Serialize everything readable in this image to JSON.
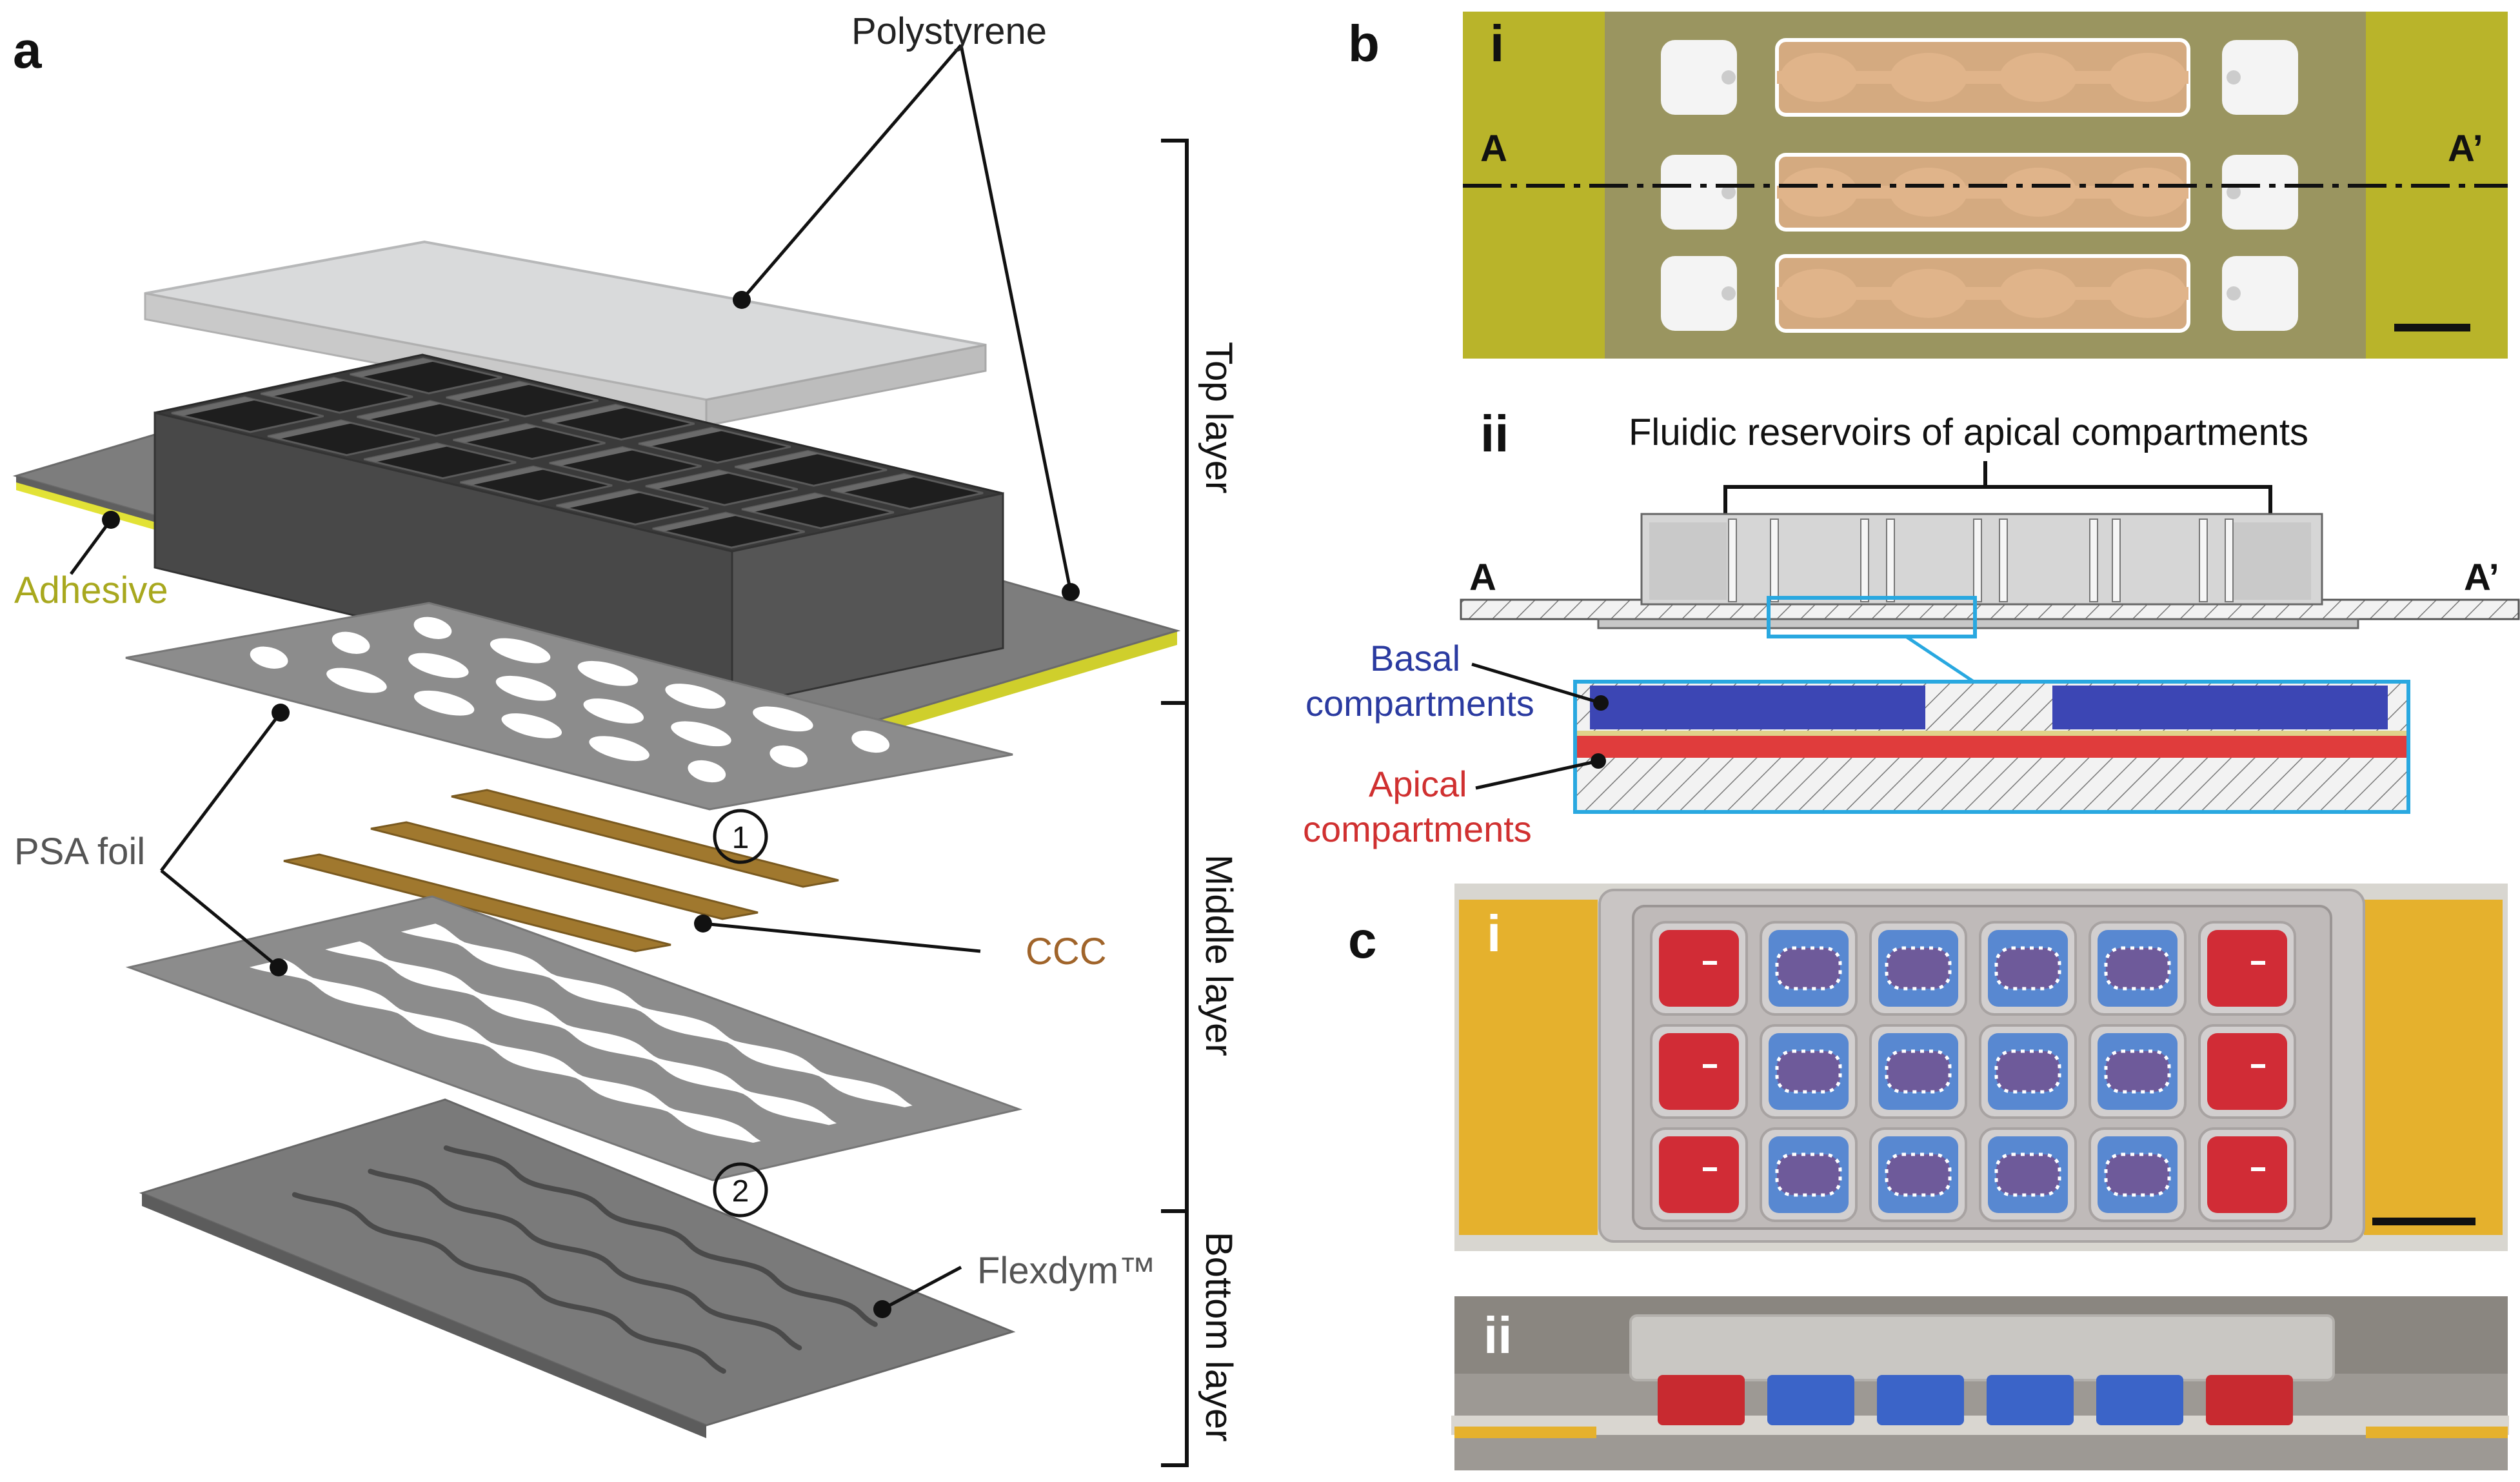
{
  "panels": {
    "a": "a",
    "b": "b",
    "c": "c",
    "b_i": "i",
    "b_ii": "ii",
    "c_i": "i",
    "c_ii": "ii"
  },
  "panel_a": {
    "labels": {
      "polystyrene": "Polystyrene",
      "adhesive": "Adhesive",
      "psa_foil": "PSA foil",
      "ccc": "CCC",
      "flexdym": "Flexdym™",
      "top_layer": "Top layer",
      "middle_layer": "Middle layer",
      "bottom_layer": "Bottom layer"
    },
    "markers": [
      "1",
      "2"
    ],
    "colors": {
      "adhesive": "#e2e236",
      "adhesive_text": "#a8a81e",
      "ccc": "#a0782e",
      "ccc_text": "#a0642a",
      "foil": "#888888"
    }
  },
  "panel_b": {
    "section_start": "A",
    "section_end": "A’",
    "reservoir_label": "Fluidic reservoirs of apical compartments",
    "basal_label_1": "Basal",
    "basal_label_2": "compartments",
    "apical_label_1": "Apical",
    "apical_label_2": "compartments",
    "colors": {
      "basal": "#3c46b4",
      "apical": "#e03c3c",
      "zoom_box": "#29a8e0",
      "basal_text": "#2a3aa0",
      "apical_text": "#d03030"
    }
  }
}
